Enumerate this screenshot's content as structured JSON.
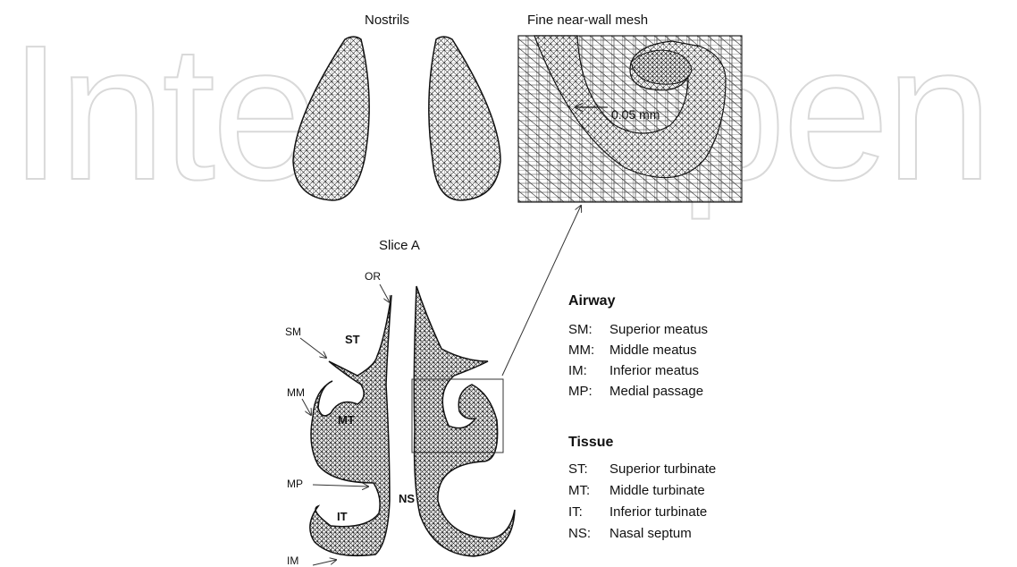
{
  "watermark": {
    "left": "Inte",
    "right": "pen"
  },
  "figure": {
    "nostrils_title": "Nostrils",
    "mesh_title": "Fine near-wall mesh",
    "mesh_dimension": "0.05 mm",
    "slice_title": "Slice A",
    "callouts": {
      "or": "OR",
      "sm": "SM",
      "mm": "MM",
      "mp": "MP",
      "im": "IM",
      "st": "ST",
      "mt": "MT",
      "it": "IT",
      "ns": "NS"
    }
  },
  "legend": {
    "airway_title": "Airway",
    "airway": [
      {
        "code": "SM:",
        "name": "Superior meatus"
      },
      {
        "code": "MM:",
        "name": "Middle meatus"
      },
      {
        "code": "IM:",
        "name": "Inferior meatus"
      },
      {
        "code": "MP:",
        "name": "Medial passage"
      }
    ],
    "tissue_title": "Tissue",
    "tissue": [
      {
        "code": "ST:",
        "name": "Superior turbinate"
      },
      {
        "code": "MT:",
        "name": "Middle turbinate"
      },
      {
        "code": "IT:",
        "name": "Inferior turbinate"
      },
      {
        "code": "NS:",
        "name": "Nasal septum"
      }
    ]
  }
}
